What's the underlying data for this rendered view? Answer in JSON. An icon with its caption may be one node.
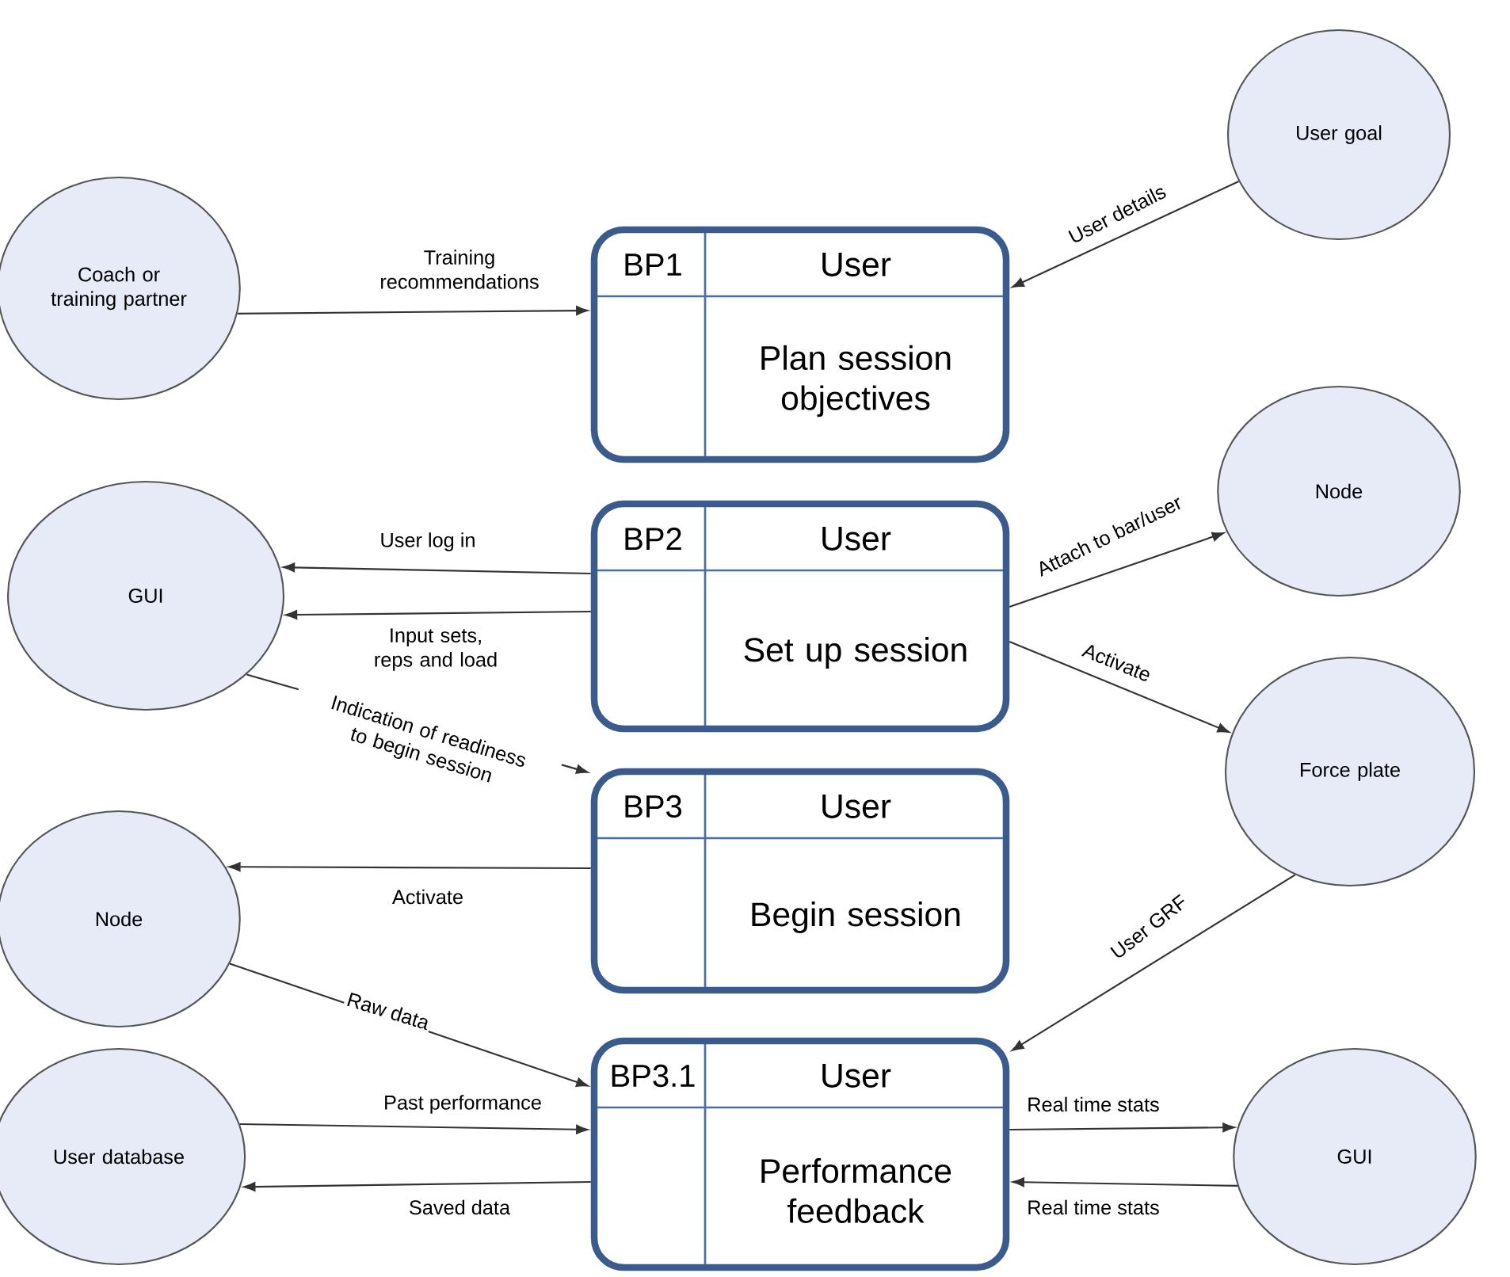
{
  "diagram": {
    "nodes": [
      {
        "text": [
          "User goal"
        ]
      },
      {
        "text": [
          "Coach or training partner"
        ]
      },
      {
        "text": [
          "BP1",
          "User",
          "Plan session objectives"
        ]
      },
      {
        "text": [
          "GUI"
        ]
      },
      {
        "text": [
          "BP2",
          "User",
          "Set up session"
        ]
      },
      {
        "text": [
          "Node"
        ]
      },
      {
        "text": [
          "Force plate"
        ]
      },
      {
        "text": [
          "Node"
        ]
      },
      {
        "text": [
          "BP3",
          "User",
          "Begin session"
        ]
      },
      {
        "text": [
          "User database"
        ]
      },
      {
        "text": [
          "BP3.1",
          "User",
          "Performance feedback"
        ]
      },
      {
        "text": [
          "GUI"
        ]
      }
    ],
    "edges": [
      {
        "from": 0,
        "to": 2,
        "arrow": "to",
        "label": "User details"
      },
      {
        "from": 1,
        "to": 2,
        "arrow": "to",
        "label": "Training recommendations"
      },
      {
        "from": 4,
        "to": 3,
        "arrow": "to",
        "label": "User log in"
      },
      {
        "from": 4,
        "to": 3,
        "arrow": "to",
        "label": "Input sets, reps and load"
      },
      {
        "from": 4,
        "to": 5,
        "arrow": "to",
        "label": "Attach to bar/user"
      },
      {
        "from": 4,
        "to": 6,
        "arrow": "to",
        "label": "Activate"
      },
      {
        "from": 3,
        "to": 8,
        "arrow": "to",
        "label": "Indication of readiness to begin session"
      },
      {
        "from": 8,
        "to": 7,
        "arrow": "to",
        "label": "Activate"
      },
      {
        "from": 7,
        "to": 10,
        "arrow": "to",
        "label": "Raw data"
      },
      {
        "from": 6,
        "to": 10,
        "arrow": "to",
        "label": "User GRF"
      },
      {
        "from": 9,
        "to": 10,
        "arrow": "to",
        "label": "Past performance"
      },
      {
        "from": 10,
        "to": 9,
        "arrow": "to",
        "label": "Saved data"
      },
      {
        "from": 10,
        "to": 11,
        "arrow": "to",
        "label": "Real time stats"
      },
      {
        "from": 11,
        "to": 10,
        "arrow": "to",
        "label": "Real time stats"
      }
    ]
  }
}
